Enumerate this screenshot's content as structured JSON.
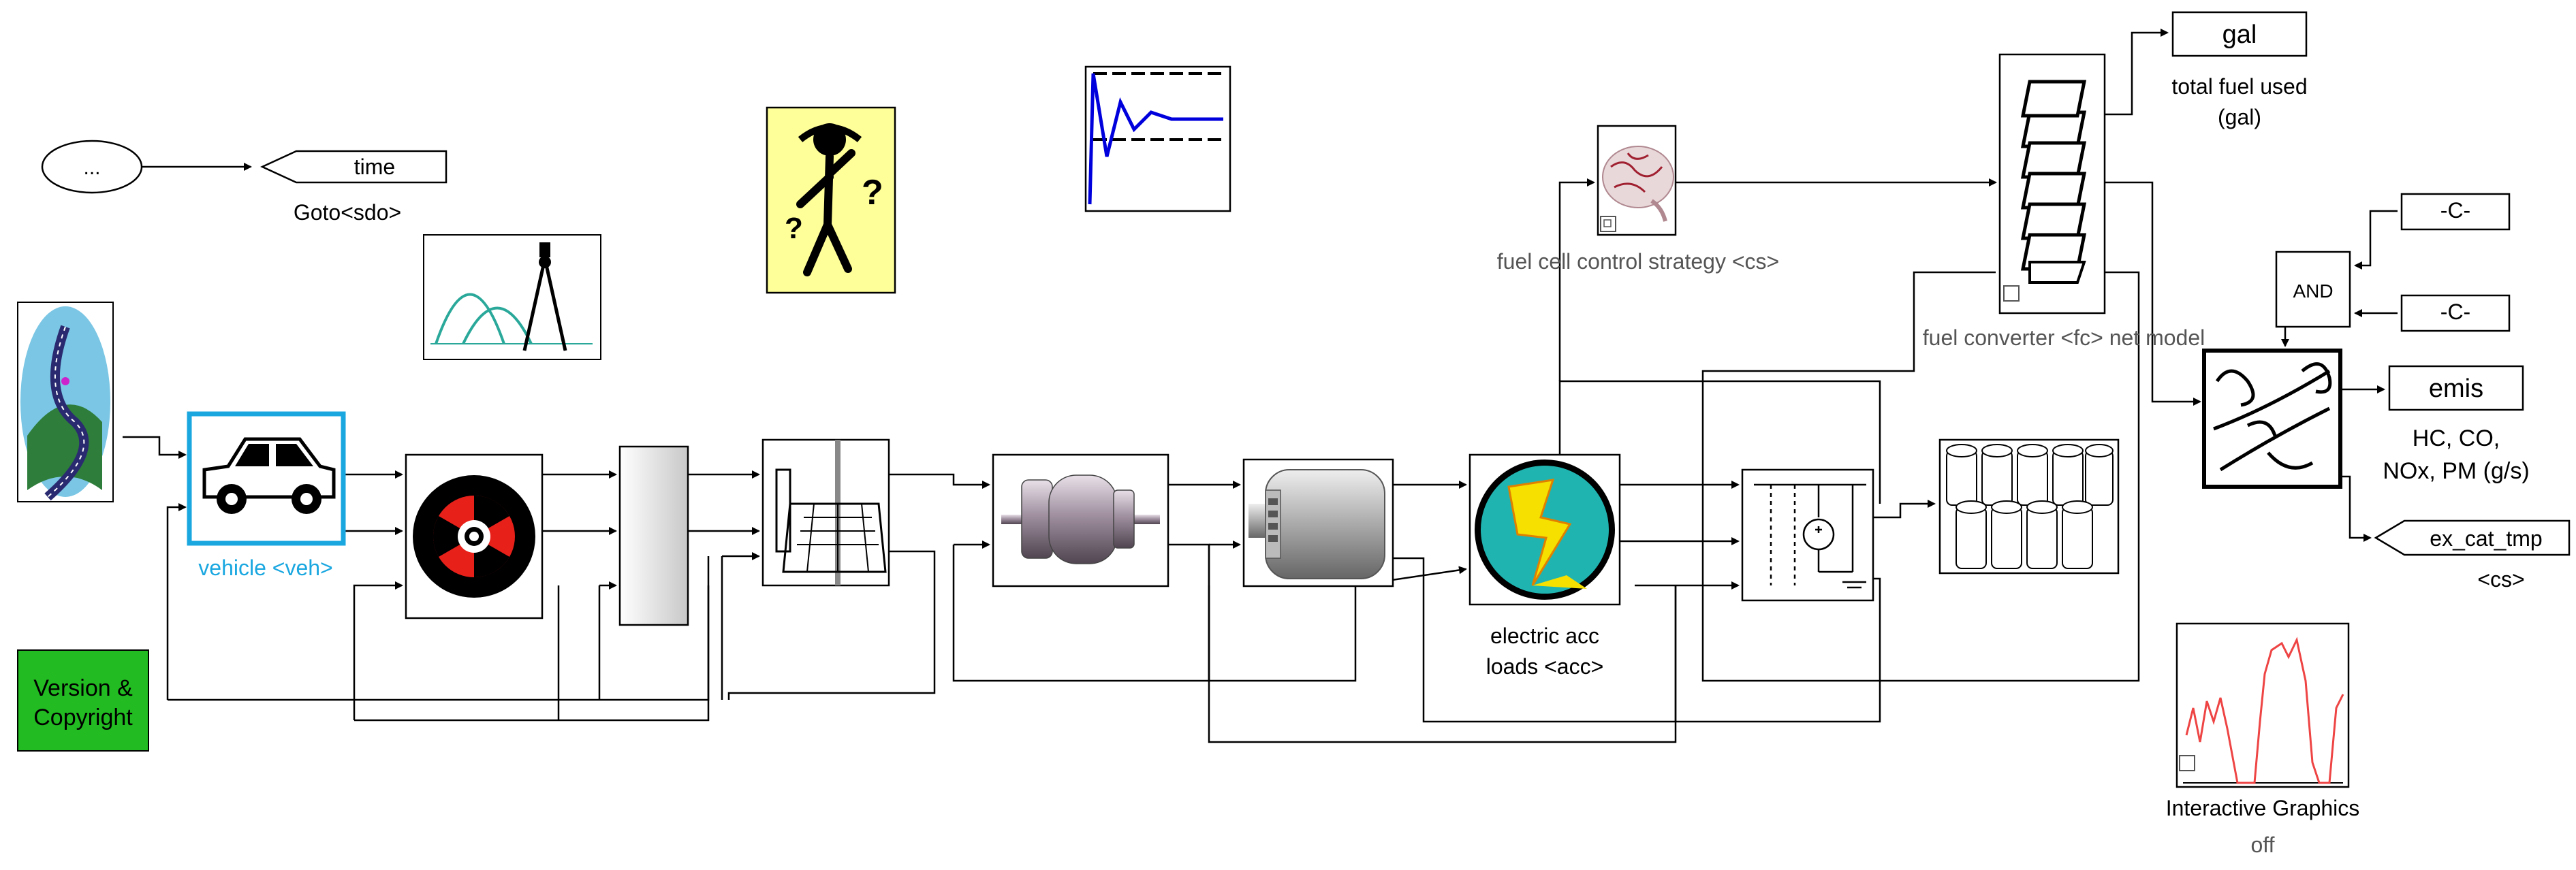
{
  "blocks": {
    "ellipsis": {
      "label": "..."
    },
    "goto_time": {
      "tag": "time",
      "caption": "Goto<sdo>"
    },
    "vehicle": {
      "caption": "vehicle <veh>"
    },
    "version": {
      "label_line1": "Version &",
      "label_line2": "Copyright"
    },
    "fuel_cell_control": {
      "caption": "fuel cell control strategy <cs>"
    },
    "fuel_converter": {
      "caption": "fuel converter <fc> net model"
    },
    "gal": {
      "label": "gal",
      "caption_line1": "total fuel used",
      "caption_line2": "(gal)"
    },
    "const1": {
      "label": "-C-"
    },
    "const2": {
      "label": "-C-"
    },
    "and_gate": {
      "label": "AND"
    },
    "emis": {
      "label": "emis",
      "caption_line1": "HC, CO,",
      "caption_line2": "NOx, PM (g/s)"
    },
    "ex_cat_tmp": {
      "tag": "ex_cat_tmp",
      "caption": "<cs>"
    },
    "electric_acc": {
      "caption_line1": "electric acc",
      "caption_line2": "loads <acc>"
    },
    "interactive_graphics": {
      "caption_line1": "Interactive Graphics",
      "caption_line2": "off"
    }
  },
  "colors": {
    "line": "#000000",
    "selected_block": "#1aa7e0",
    "selected_text": "#1aa7e0",
    "version_green": "#22bb22",
    "caption_gray": "#555555",
    "help_yellow": "#ffff99",
    "electric_teal": "#20b4b0",
    "bolt_yellow": "#f5e000",
    "wheel_red": "#e8201a",
    "scope_blue": "#0000dd",
    "graphics_red": "#ee4444"
  },
  "icons": [
    "drive-cycle-icon",
    "car-icon",
    "wheel-icon",
    "mux-bus-icon",
    "gearbox-icon",
    "motor-icon",
    "generator-icon",
    "lightning-icon",
    "power-bus-icon",
    "battery-pack-icon",
    "brain-icon",
    "layers-icon",
    "exhaust-wind-icon",
    "scope-icon",
    "drafting-icon",
    "help-person-icon",
    "plot-icon"
  ]
}
